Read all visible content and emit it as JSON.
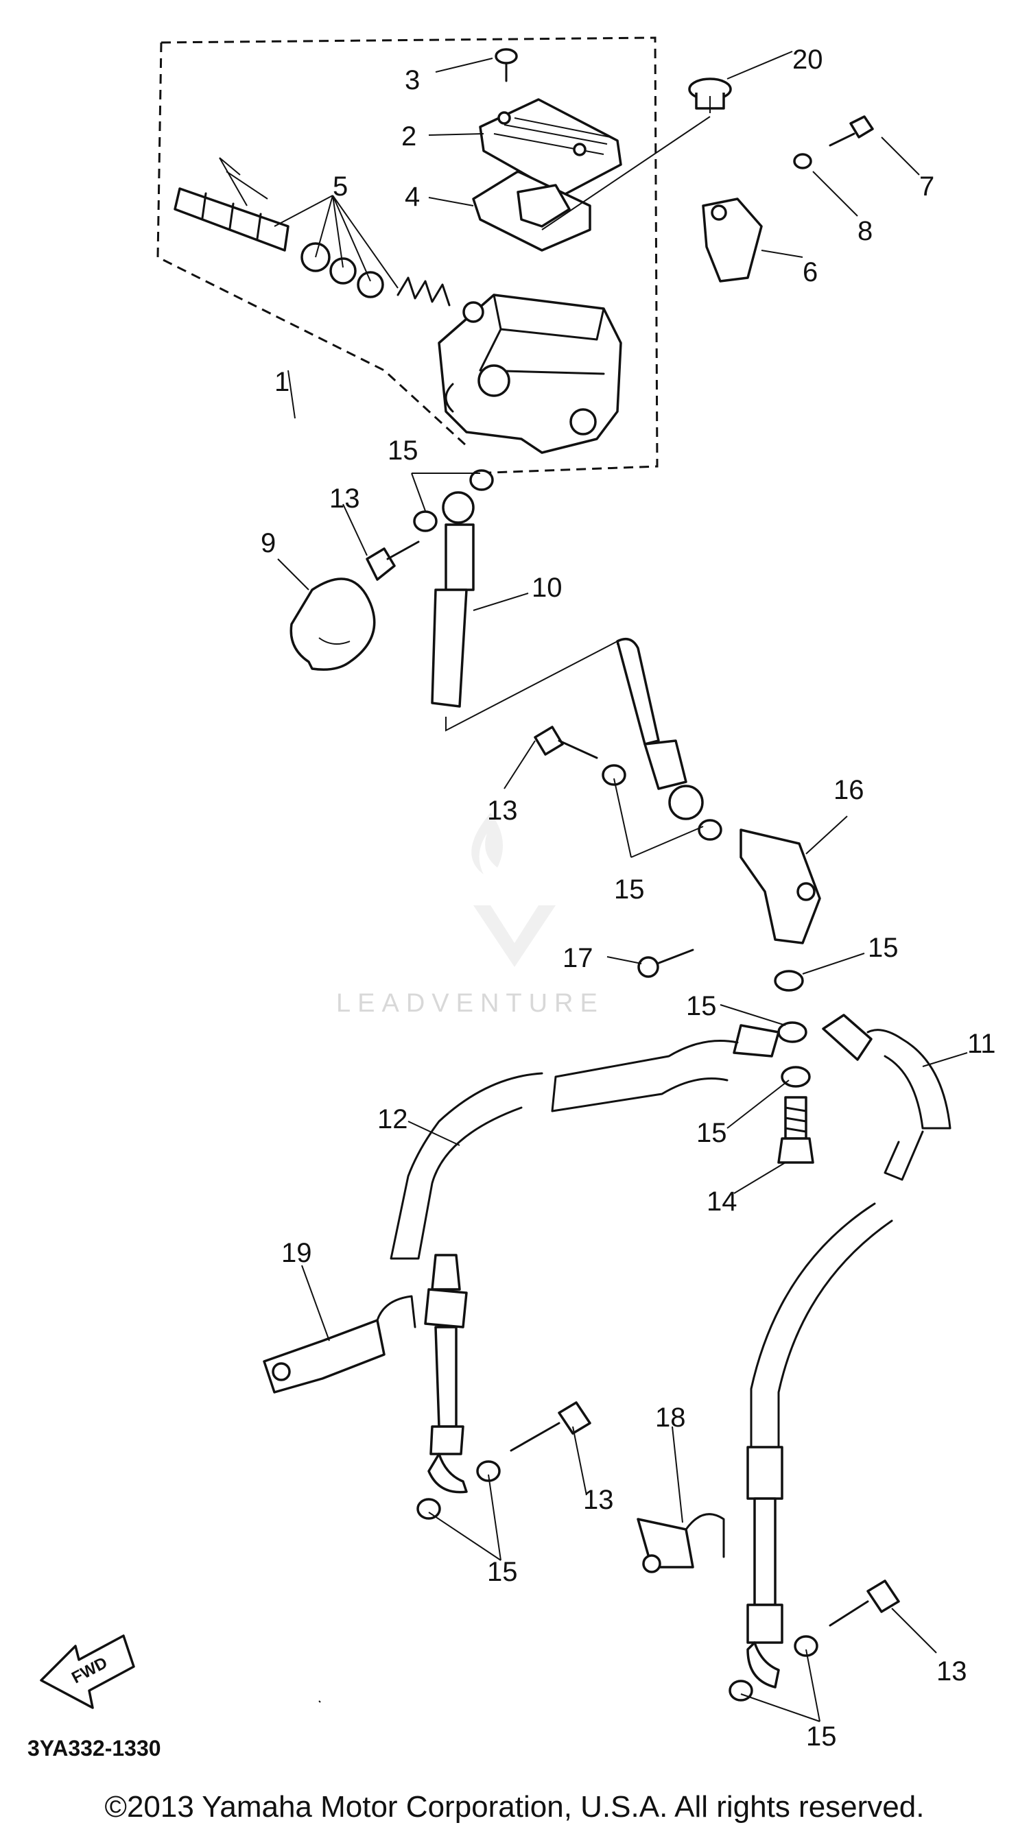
{
  "callouts": [
    "1",
    "2",
    "3",
    "4",
    "5",
    "6",
    "7",
    "8",
    "9",
    "10",
    "11",
    "12",
    "13",
    "14",
    "15",
    "16",
    "17",
    "18",
    "19",
    "20"
  ],
  "diagram_code": "3YA332-1330",
  "watermark": "LEADVENTURE",
  "arrow_label": "FWD",
  "copyright": "©2013 Yamaha Motor Corporation, U.S.A. All rights reserved."
}
